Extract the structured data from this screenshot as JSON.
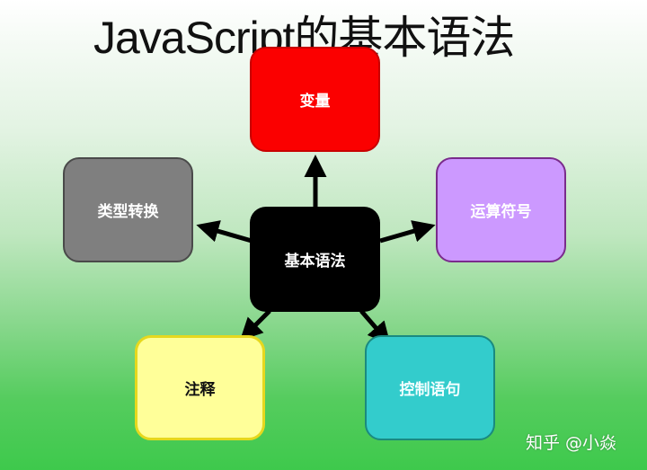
{
  "title": "JavaScript的基本语法",
  "nodes": {
    "center": {
      "label": "基本语法",
      "color": "#000000"
    },
    "variables": {
      "label": "变量",
      "color": "#fb0000"
    },
    "type_conversion": {
      "label": "类型转换",
      "color": "#7f7f7f"
    },
    "operators": {
      "label": "运算符号",
      "color": "#cc99ff"
    },
    "comments": {
      "label": "注释",
      "color": "#ffff99"
    },
    "control_statements": {
      "label": "控制语句",
      "color": "#33cccc"
    }
  },
  "watermark": "知乎 @小焱"
}
